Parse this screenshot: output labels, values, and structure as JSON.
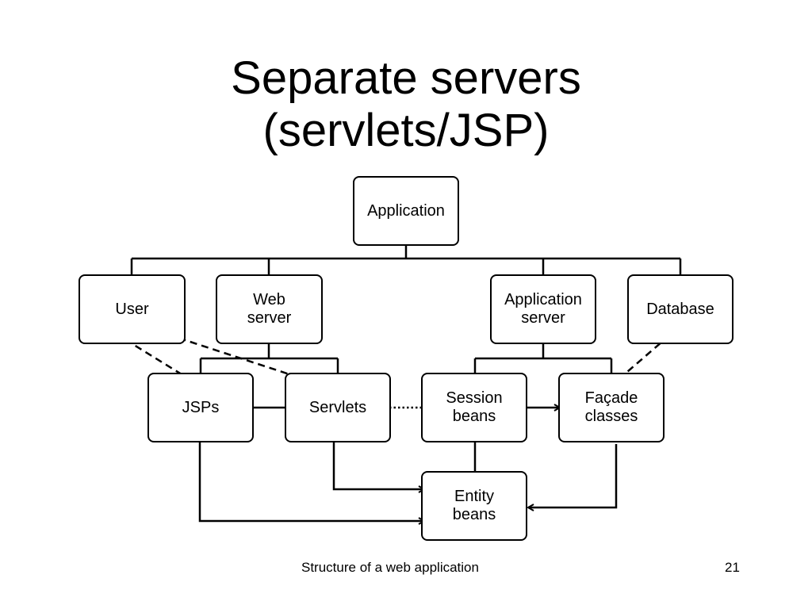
{
  "slide": {
    "title_line1": "Separate servers",
    "title_line2": "(servlets/JSP)",
    "footer_text": "Structure of a web application",
    "page_number": "21"
  },
  "diagram": {
    "nodes": {
      "application": "Application",
      "user": "User",
      "web_server": "Web\nserver",
      "application_server": "Application\nserver",
      "database": "Database",
      "jsps": "JSPs",
      "servlets": "Servlets",
      "session_beans": "Session\nbeans",
      "facade_classes": "Façade\nclasses",
      "entity_beans": "Entity\nbeans"
    }
  }
}
